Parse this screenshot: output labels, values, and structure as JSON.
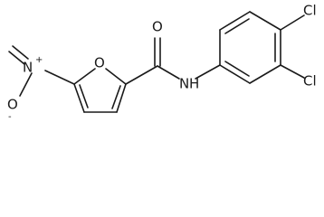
{
  "molecule": {
    "atoms": {
      "carbonyl_oxygen": "O",
      "ring_oxygen": "O",
      "amide_nitrogen": "N",
      "amide_hydrogen": "H",
      "nitro_nitrogen": "N",
      "nitro_oxygen": "O",
      "chlorine_top": "Cl",
      "chlorine_bottom": "Cl"
    },
    "charges": {
      "nitro_nitrogen": "+",
      "nitro_oxygen": "-"
    }
  }
}
